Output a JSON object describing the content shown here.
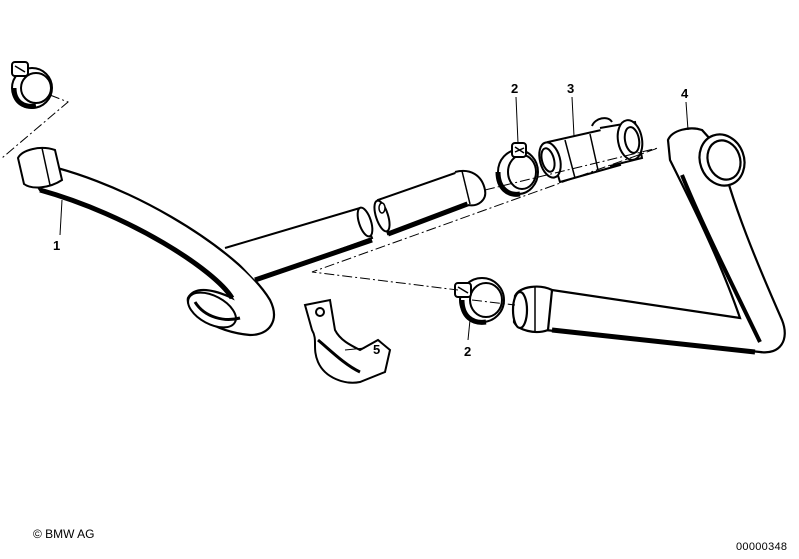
{
  "diagram": {
    "callouts": [
      {
        "id": "hose-1",
        "label": "1"
      },
      {
        "id": "clamp-2-top",
        "label": "2"
      },
      {
        "id": "tee-3",
        "label": "3"
      },
      {
        "id": "hose-4",
        "label": "4"
      },
      {
        "id": "bracket-5",
        "label": "5"
      },
      {
        "id": "clamp-2-bottom",
        "label": "2"
      }
    ]
  },
  "footer": {
    "copyright": "© BMW AG",
    "doc_number": "00000348"
  }
}
